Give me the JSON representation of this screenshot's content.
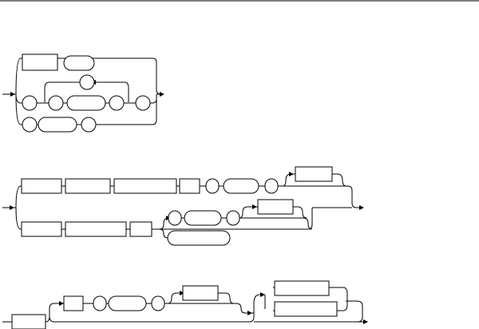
{
  "page": {
    "header_rule": true
  },
  "diagrams": [
    {
      "id": "diagram-1",
      "nodes": [
        {
          "id": "d1-n1",
          "shape": "rect",
          "text": ""
        },
        {
          "id": "d1-n2",
          "shape": "round",
          "text": ""
        },
        {
          "id": "d1-n3",
          "shape": "round",
          "text": ""
        },
        {
          "id": "d1-n4",
          "shape": "round",
          "text": ""
        },
        {
          "id": "d1-n5",
          "shape": "round",
          "text": ""
        },
        {
          "id": "d1-n6",
          "shape": "round",
          "text": ""
        },
        {
          "id": "d1-n7",
          "shape": "round",
          "text": ""
        },
        {
          "id": "d1-n8",
          "shape": "round",
          "text": ""
        },
        {
          "id": "d1-n9",
          "shape": "round",
          "text": ""
        },
        {
          "id": "d1-n10",
          "shape": "round",
          "text": ""
        },
        {
          "id": "d1-n11",
          "shape": "round",
          "text": ""
        }
      ]
    },
    {
      "id": "diagram-2",
      "nodes": [
        {
          "id": "d2-n1",
          "shape": "rect",
          "text": ""
        },
        {
          "id": "d2-n2",
          "shape": "rect",
          "text": ""
        },
        {
          "id": "d2-n3",
          "shape": "rect",
          "text": ""
        },
        {
          "id": "d2-n4",
          "shape": "rect",
          "text": ""
        },
        {
          "id": "d2-n5",
          "shape": "round",
          "text": ""
        },
        {
          "id": "d2-n6",
          "shape": "round",
          "text": ""
        },
        {
          "id": "d2-n7",
          "shape": "round",
          "text": ""
        },
        {
          "id": "d2-n8",
          "shape": "rect",
          "text": ""
        },
        {
          "id": "d2-n9",
          "shape": "rect",
          "text": ""
        },
        {
          "id": "d2-n10",
          "shape": "rect",
          "text": ""
        },
        {
          "id": "d2-n11",
          "shape": "rect",
          "text": ""
        },
        {
          "id": "d2-n12",
          "shape": "round",
          "text": ""
        },
        {
          "id": "d2-n13",
          "shape": "round",
          "text": ""
        },
        {
          "id": "d2-n14",
          "shape": "round",
          "text": ""
        },
        {
          "id": "d2-n15",
          "shape": "rect",
          "text": ""
        },
        {
          "id": "d2-n16",
          "shape": "round",
          "text": ""
        }
      ]
    },
    {
      "id": "diagram-3",
      "nodes": [
        {
          "id": "d3-n1",
          "shape": "rect",
          "text": ""
        },
        {
          "id": "d3-n2",
          "shape": "rect",
          "text": ""
        },
        {
          "id": "d3-n3",
          "shape": "round",
          "text": ""
        },
        {
          "id": "d3-n4",
          "shape": "round",
          "text": ""
        },
        {
          "id": "d3-n5",
          "shape": "round",
          "text": ""
        },
        {
          "id": "d3-n6",
          "shape": "rect",
          "text": ""
        },
        {
          "id": "d3-n7",
          "shape": "rect",
          "text": ""
        },
        {
          "id": "d3-n8",
          "shape": "rect",
          "text": ""
        }
      ]
    }
  ]
}
